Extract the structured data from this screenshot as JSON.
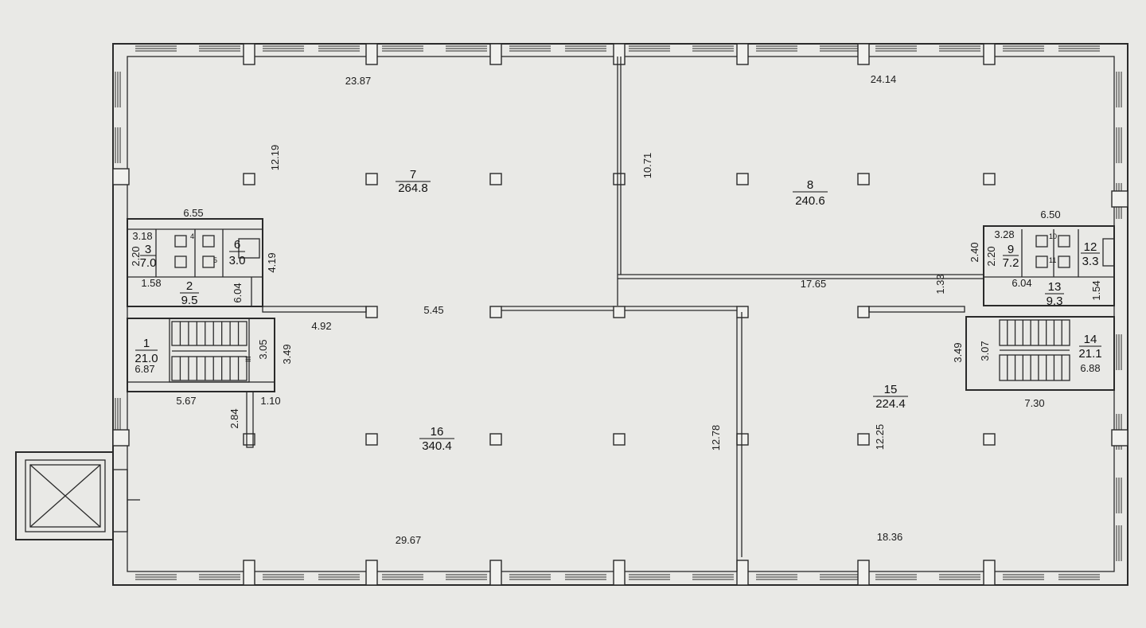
{
  "plan": {
    "rooms": [
      {
        "id": "room-1",
        "number": "1",
        "area": "21.0"
      },
      {
        "id": "room-2",
        "number": "2",
        "area": "9.5"
      },
      {
        "id": "room-3",
        "number": "3",
        "area": "7.0"
      },
      {
        "id": "room-6",
        "number": "6",
        "area": "3.0"
      },
      {
        "id": "room-7",
        "number": "7",
        "area": "264.8"
      },
      {
        "id": "room-8",
        "number": "8",
        "area": "240.6"
      },
      {
        "id": "room-9",
        "number": "9",
        "area": "7.2"
      },
      {
        "id": "room-12",
        "number": "12",
        "area": "3.3"
      },
      {
        "id": "room-13",
        "number": "13",
        "area": "9.3"
      },
      {
        "id": "room-14",
        "number": "14",
        "area": "21.1"
      },
      {
        "id": "room-15",
        "number": "15",
        "area": "224.4"
      },
      {
        "id": "room-16",
        "number": "16",
        "area": "340.4"
      }
    ],
    "small_numbers": [
      "4",
      "5",
      "10",
      "11"
    ],
    "dimensions": {
      "d_23_87": "23.87",
      "d_24_14": "24.14",
      "d_12_19": "12.19",
      "d_10_71": "10.71",
      "d_6_55": "6.55",
      "d_6_50": "6.50",
      "d_3_18": "3.18",
      "d_2_20_l": "2.20",
      "d_4_19": "4.19",
      "d_1_58": "1.58",
      "d_6_04_l": "6.04",
      "d_5_45": "5.45",
      "d_4_92": "4.92",
      "d_3_05": "3.05",
      "d_3_49_l": "3.49",
      "d_6_87": "6.87",
      "d_5_67": "5.67",
      "d_1_10": "1.10",
      "d_2_84": "2.84",
      "d_12_78": "12.78",
      "d_29_67": "29.67",
      "d_17_65": "17.65",
      "d_3_28": "3.28",
      "d_2_40": "2.40",
      "d_2_20_r": "2.20",
      "d_1_33": "1.33",
      "d_6_04_r": "6.04",
      "d_1_54": "1.54",
      "d_3_49_r": "3.49",
      "d_3_07": "3.07",
      "d_6_88": "6.88",
      "d_7_30": "7.30",
      "d_12_25": "12.25",
      "d_18_36": "18.36"
    },
    "stair_mark": "III"
  }
}
